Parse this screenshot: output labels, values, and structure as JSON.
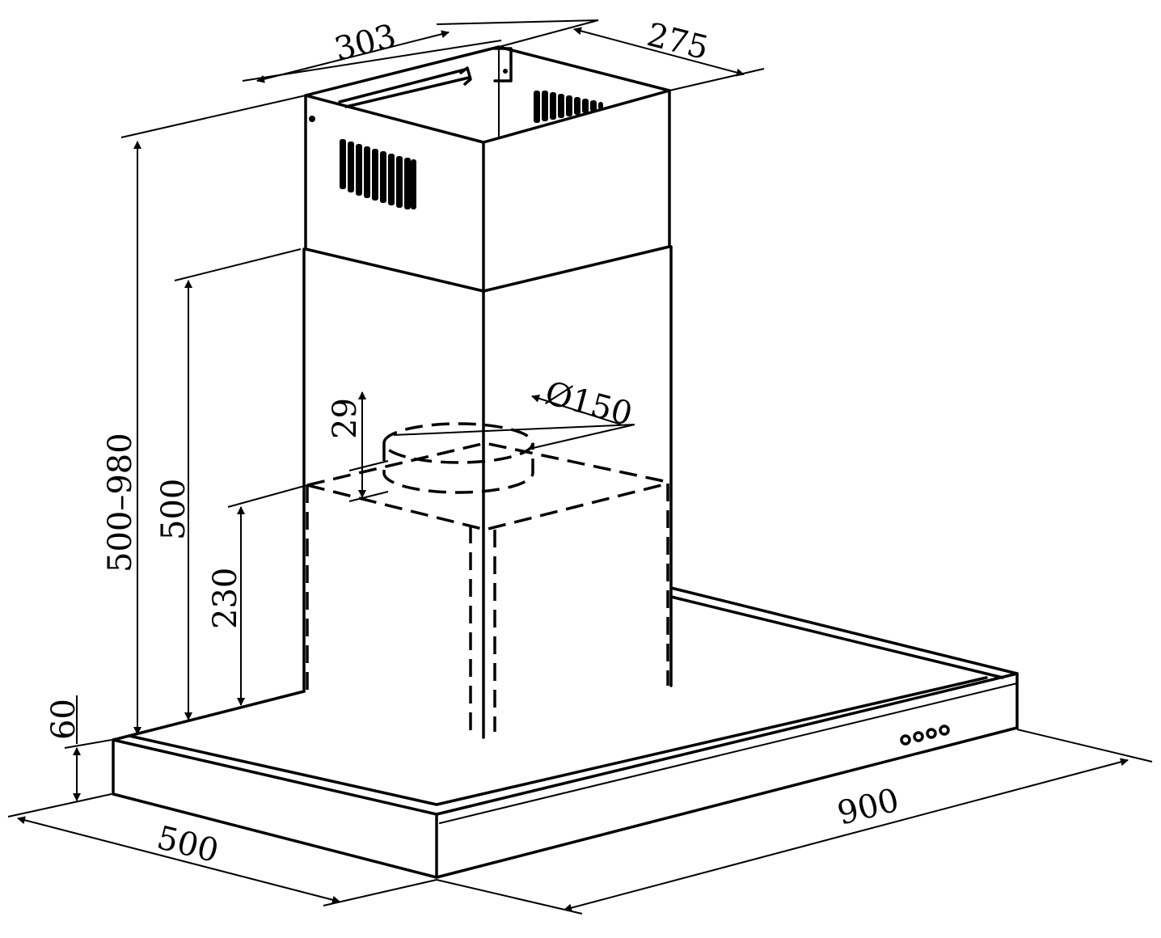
{
  "dimensions": {
    "chimney_width": "303",
    "chimney_depth": "275",
    "total_height": "500–980",
    "upper_chimney": "500",
    "lower_chimney": "230",
    "outlet_offset": "29",
    "outlet_diameter": "Ø150",
    "canopy_thickness": "60",
    "canopy_depth": "500",
    "canopy_width": "900"
  }
}
